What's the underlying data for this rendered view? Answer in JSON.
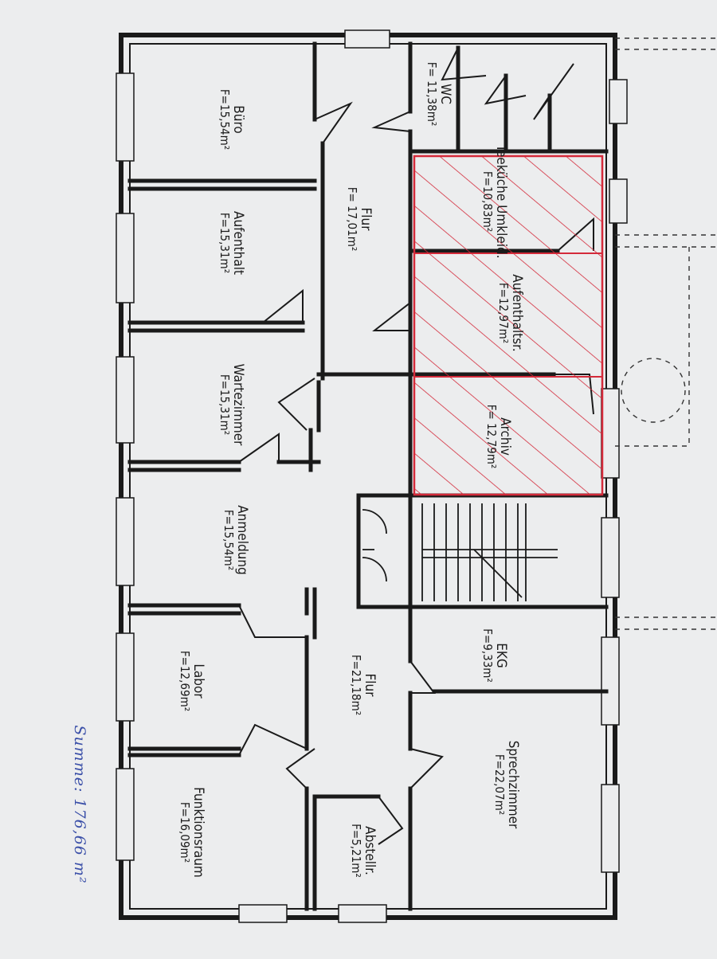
{
  "plan": {
    "rooms": [
      {
        "id": "buero",
        "name": "Büro",
        "area": "F=15,54m²"
      },
      {
        "id": "wc",
        "name": "WC",
        "area": "F= 11,38m²"
      },
      {
        "id": "flur-oben",
        "name": "Flur",
        "area": "F= 17,01m²"
      },
      {
        "id": "aufenthalt",
        "name": "Aufenthalt",
        "area": "F=15,31m²"
      },
      {
        "id": "teekueche",
        "name": "Teeküche Umkleid.",
        "area": "F=10,83m²"
      },
      {
        "id": "aufenthaltsr",
        "name": "Aufenthaltsr.",
        "area": "F=12,97m²"
      },
      {
        "id": "wartezimmer",
        "name": "Wartezimmer",
        "area": "F=15,31m²"
      },
      {
        "id": "archiv",
        "name": "Archiv",
        "area": "F= 12,79m²"
      },
      {
        "id": "anmeldung",
        "name": "Anmeldung",
        "area": "F=15,54m²"
      },
      {
        "id": "labor",
        "name": "Labor",
        "area": "F=12,69m²"
      },
      {
        "id": "flur-unten",
        "name": "Flur",
        "area": "F=21,18m²"
      },
      {
        "id": "ekg",
        "name": "EKG",
        "area": "F=9,33m²"
      },
      {
        "id": "funktionsraum",
        "name": "Funktionsraum",
        "area": "F=16,09m²"
      },
      {
        "id": "abstellr",
        "name": "Abstellr.",
        "area": "F=5,21m²"
      },
      {
        "id": "sprechzimmer",
        "name": "Sprechzimmer",
        "area": "F=22,07m²"
      }
    ],
    "handwritten_note": "Summe: 176,66 m²",
    "colors": {
      "wall": "#1a1a1a",
      "highlight": "#d42a3a",
      "ink_note": "#3a4fa8",
      "paper": "#ecedee"
    }
  }
}
